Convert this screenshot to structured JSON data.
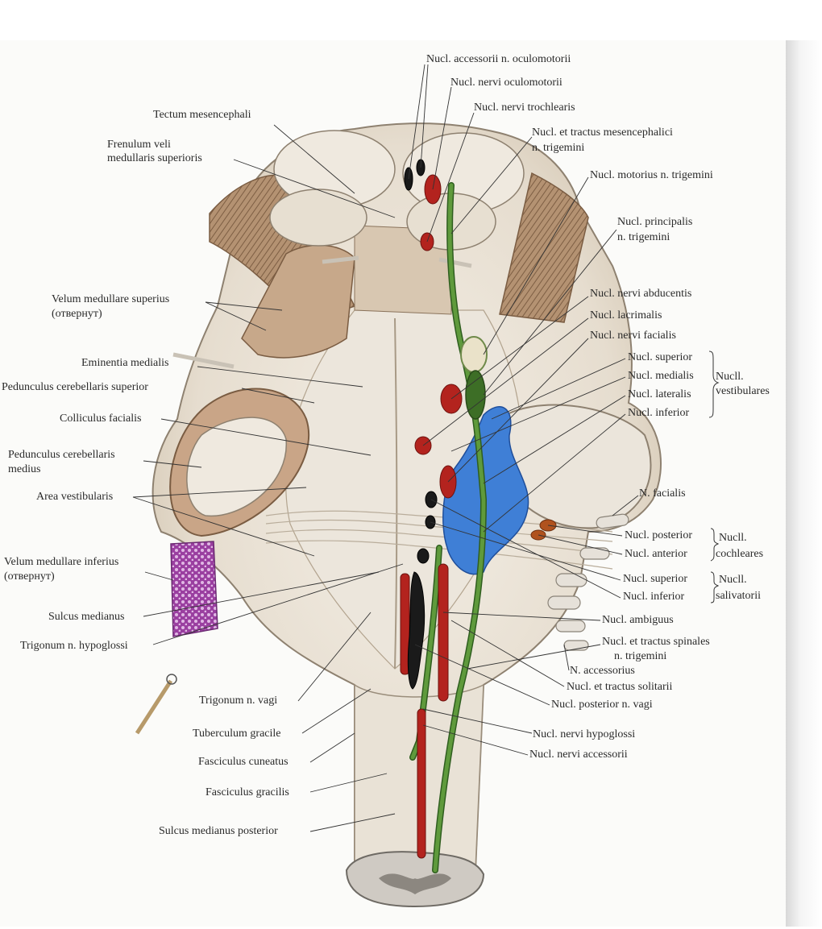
{
  "left_labels": {
    "tectum": "Tectum mesencephali",
    "frenulum_1": "Frenulum veli",
    "frenulum_2": "medullaris superioris",
    "velum_sup_1": "Velum medullare superius",
    "velum_sup_2": "(отвернут)",
    "eminentia": "Eminentia medialis",
    "ped_sup": "Pedunculus cerebellaris superior",
    "colliculus": "Colliculus facialis",
    "ped_med_1": "Pedunculus cerebellaris",
    "ped_med_2": "medius",
    "area_vest": "Area vestibularis",
    "velum_inf_1": "Velum medullare inferius",
    "velum_inf_2": "(отвернут)",
    "sulcus_med": "Sulcus medianus",
    "trig_hypo": "Trigonum n. hypoglossi",
    "trig_vagi": "Trigonum n. vagi",
    "tub_grac": "Tuberculum gracile",
    "fasc_cun": "Fasciculus cuneatus",
    "fasc_grac": "Fasciculus gracilis",
    "sulcus_post": "Sulcus medianus posterior"
  },
  "right_labels": {
    "acc_oculo": "Nucl. accessorii n. oculomotorii",
    "oculo": "Nucl. nervi oculomotorii",
    "troch": "Nucl. nervi trochlearis",
    "mesenc_1": "Nucl. et tractus mesencephalici",
    "mesenc_2": "n. trigemini",
    "motor_trig": "Nucl. motorius n. trigemini",
    "princ_1": "Nucl. principalis",
    "princ_2": "n. trigemini",
    "abducens": "Nucl. nervi abducentis",
    "lacrimal": "Nucl. lacrimalis",
    "facial_nucl": "Nucl. nervi facialis",
    "vest_sup": "Nucl. superior",
    "vest_med": "Nucl. medialis",
    "vest_lat": "Nucl. lateralis",
    "vest_inf": "Nucl. inferior",
    "vest_group_1": "Nucll.",
    "vest_group_2": "vestibulares",
    "n_facialis": "N. facialis",
    "coch_post": "Nucl. posterior",
    "coch_ant": "Nucl. anterior",
    "coch_group_1": "Nucll.",
    "coch_group_2": "cochleares",
    "sal_sup": "Nucl. superior",
    "sal_inf": "Nucl. inferior",
    "sal_group_1": "Nucll.",
    "sal_group_2": "salivatorii",
    "ambiguus": "Nucl. ambiguus",
    "spinal_1": "Nucl. et tractus spinales",
    "spinal_2": "n. trigemini",
    "n_access": "N. accessorius",
    "solitarii": "Nucl. et tractus solitarii",
    "post_vagi": "Nucl. posterior n. vagi",
    "hypoglossi": "Nucl. nervi hypoglossi",
    "accessorii": "Nucl. nervi accessorii"
  },
  "colors": {
    "motor_nuclei": "#b3231e",
    "parasympathetic_nuclei": "#1a1a1a",
    "sensory_tract": "#3f7a2a",
    "vestibular_area": "#3f7fd6",
    "velum_inferius": "#9a3fa0",
    "cochlear_nuclei": "#b0521e",
    "tissue": "#efe9df",
    "muscle": "#9c7a5c"
  }
}
